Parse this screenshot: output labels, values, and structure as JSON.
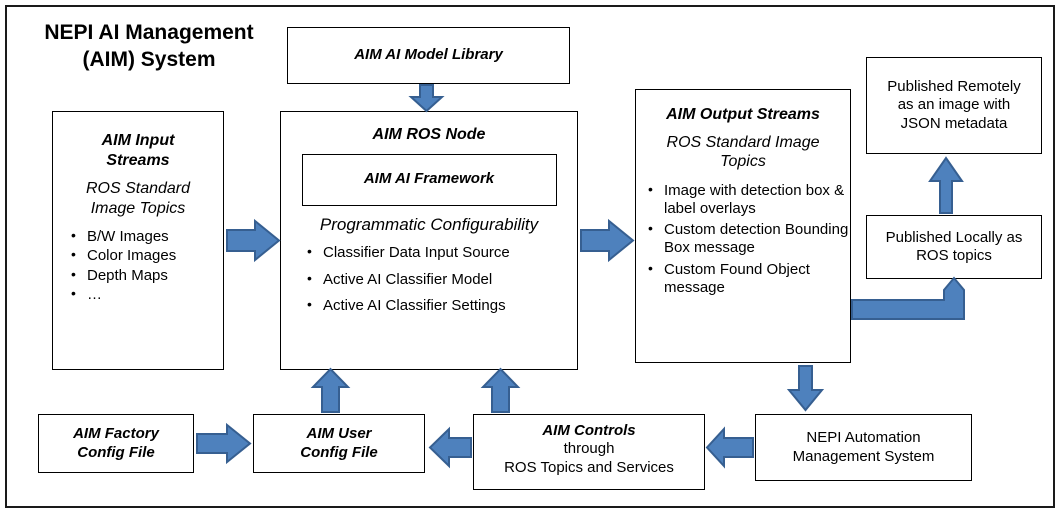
{
  "diagram": {
    "title": "NEPI AI Management\n(AIM) System",
    "accent_fill": "#4E81BD",
    "accent_stroke": "#365F91",
    "box_stroke": "#000000",
    "frame_stroke": "#1A1A1A",
    "background": "#FFFFFF"
  },
  "nodes": {
    "model_library": {
      "title": "AIM AI Model Library"
    },
    "input_streams": {
      "title": "AIM Input\nStreams",
      "subtitle": "ROS Standard\nImage Topics",
      "bullets": [
        "B/W Images",
        "Color Images",
        "Depth Maps",
        "…"
      ]
    },
    "ros_node": {
      "title": "AIM ROS Node",
      "framework": "AIM AI Framework",
      "subtitle": "Programmatic Configurability",
      "bullets": [
        "Classifier Data Input Source",
        "Active AI Classifier Model",
        "Active AI Classifier Settings"
      ]
    },
    "output_streams": {
      "title": "AIM Output Streams",
      "subtitle": "ROS Standard Image\nTopics",
      "bullets": [
        "Image with detection box & label overlays",
        "Custom detection Bounding Box message",
        "Custom Found Object message"
      ]
    },
    "published_remotely": {
      "text": "Published Remotely\nas an image with\nJSON metadata"
    },
    "published_locally": {
      "text": "Published Locally as\nROS topics"
    },
    "factory_config": {
      "title": "AIM Factory\nConfig File"
    },
    "user_config": {
      "title": "AIM User\nConfig File"
    },
    "aim_controls": {
      "title": "AIM Controls",
      "line2": "through",
      "line3": "ROS Topics and Services"
    },
    "automation": {
      "text": "NEPI Automation\nManagement System"
    }
  },
  "arrows": [
    {
      "name": "arrow-model-library-to-ros-node",
      "direction": "down"
    },
    {
      "name": "arrow-input-to-ros-node",
      "direction": "right"
    },
    {
      "name": "arrow-ros-node-to-output",
      "direction": "right"
    },
    {
      "name": "arrow-output-to-published-locally",
      "direction": "elbow-right-up"
    },
    {
      "name": "arrow-published-locally-to-remotely",
      "direction": "up"
    },
    {
      "name": "arrow-output-to-automation",
      "direction": "down"
    },
    {
      "name": "arrow-automation-to-controls",
      "direction": "left"
    },
    {
      "name": "arrow-controls-to-user-config",
      "direction": "left"
    },
    {
      "name": "arrow-factory-to-user-config",
      "direction": "right"
    },
    {
      "name": "arrow-user-config-to-ros-node",
      "direction": "up"
    },
    {
      "name": "arrow-controls-to-ros-node",
      "direction": "up"
    }
  ]
}
